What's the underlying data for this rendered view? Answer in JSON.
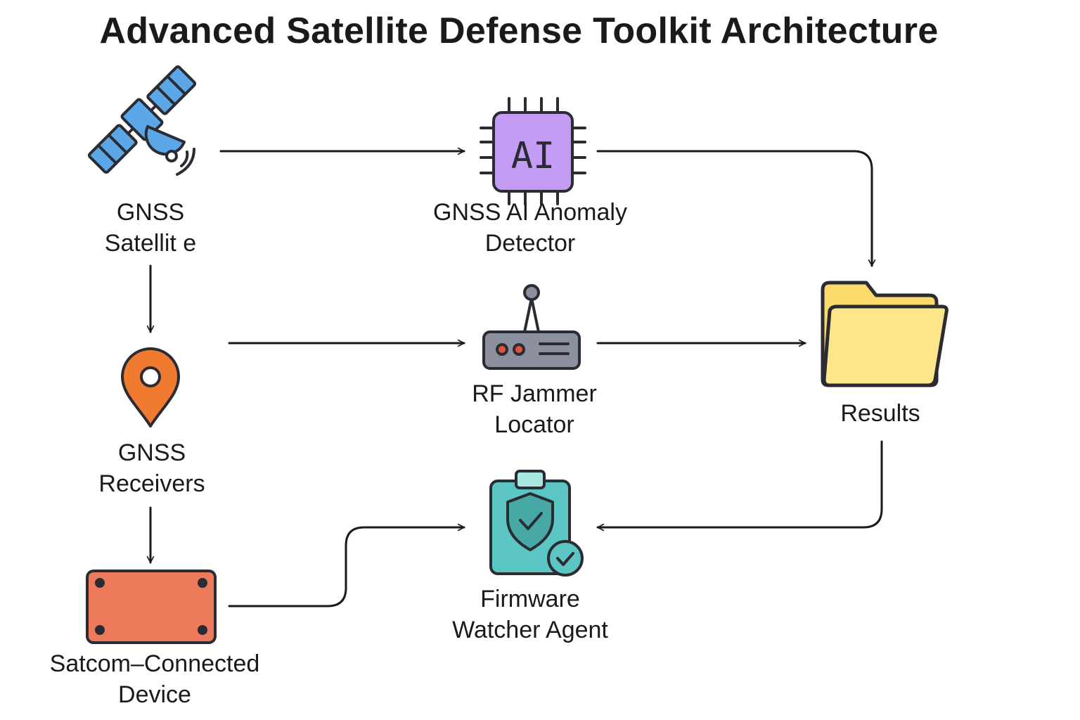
{
  "title": "Advanced Satellite Defense Toolkit Architecture",
  "colors": {
    "stroke": "#2b2b33",
    "satellite": "#5aa6e6",
    "ai_chip": "#c59cf5",
    "pin": "#f07a30",
    "router": "#8b8f9e",
    "router_led": "#e0553a",
    "folder": "#fbd96a",
    "clipboard": "#5cc6c4",
    "device": "#ee7a5c"
  },
  "nodes": {
    "gnss_satellite": {
      "icon": "satellite-icon",
      "lines": [
        "GNSS",
        "Satellit e"
      ]
    },
    "ai_detector": {
      "icon": "ai-chip-icon",
      "chip_text": "AI",
      "lines": [
        "GNSS AI Anomaly",
        "Detector"
      ]
    },
    "gnss_receivers": {
      "icon": "location-pin-icon",
      "lines": [
        "GNSS",
        "Receivers"
      ]
    },
    "rf_jammer": {
      "icon": "router-icon",
      "lines": [
        "RF Jammer",
        "Locator"
      ]
    },
    "results": {
      "icon": "folder-icon",
      "lines": [
        "Results"
      ]
    },
    "satcom_device": {
      "icon": "device-panel-icon",
      "lines": [
        "Satcom–Connected",
        "Device"
      ]
    },
    "firmware_watcher": {
      "icon": "shield-clipboard-icon",
      "lines": [
        "Firmware",
        "Watcher Agent"
      ]
    }
  },
  "edges": [
    {
      "from": "gnss_satellite",
      "to": "ai_detector"
    },
    {
      "from": "ai_detector",
      "to": "results"
    },
    {
      "from": "gnss_satellite",
      "to": "gnss_receivers"
    },
    {
      "from": "gnss_receivers",
      "to": "rf_jammer"
    },
    {
      "from": "rf_jammer",
      "to": "results"
    },
    {
      "from": "gnss_receivers",
      "to": "satcom_device"
    },
    {
      "from": "satcom_device",
      "to": "firmware_watcher"
    },
    {
      "from": "results",
      "to": "firmware_watcher"
    }
  ]
}
